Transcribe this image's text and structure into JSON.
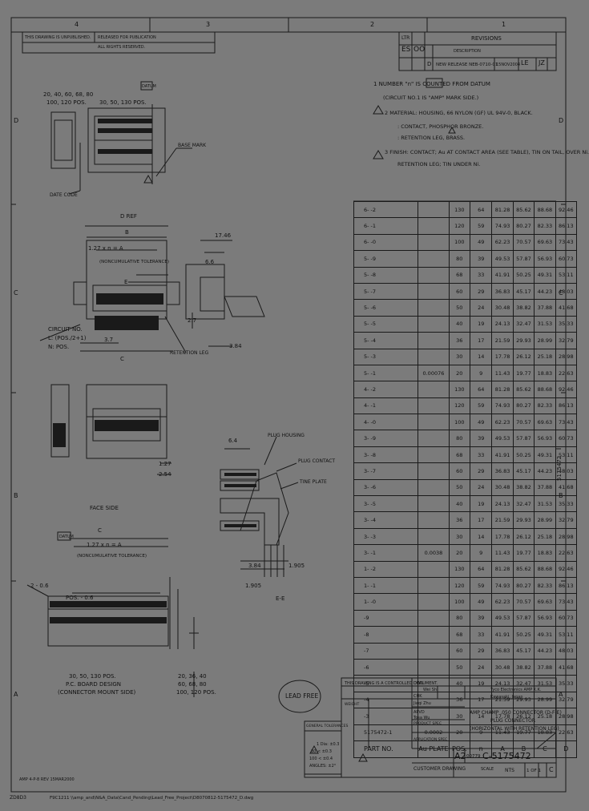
{
  "border_zones": {
    "top": [
      "4",
      "3",
      "2",
      "1"
    ],
    "left": [
      "D",
      "C",
      "B",
      "A"
    ]
  },
  "revisions": {
    "title": "REVISIONS",
    "ltr_col": "LTR",
    "desc_col": "DESCRIPTION",
    "es": "ES",
    "oo": "OO",
    "row_ltr": "D",
    "row_desc": "NEW RELEASE NEB-0710-01",
    "row_date": "15NOV2004",
    "row_dwn": "LE",
    "row_apvd": "JZ"
  },
  "top_left_block": [
    "THIS DRAWING IS UNPUBLISHED.",
    "RELEASED FOR PUBLICATION",
    "ALL RIGHTS RESERVED."
  ],
  "notes": [
    "1  NUMBER \"n\" IS COUNTED FROM DATUM",
    "(CIRCUIT NO.1 IS \"AMP\" MARK SIDE.)",
    "2  MATERIAL: HOUSING, 66 NYLON (GF) UL 94V-0, BLACK.",
    ": CONTACT, PHOSPHOR BRONZE.",
    ": RETENTION LEG, BRASS.",
    "3  FINISH: CONTACT; Au AT CONTACT AREA (SEE TABLE), TIN ON TAIL, OVER Ni.",
    "RETENTION LEG; TIN UNDER Ni."
  ],
  "labels": {
    "pos_top": [
      "20, 40, 60, 68, 80",
      "100, 120 POS."
    ],
    "pos_top2": "30, 50, 130 POS.",
    "datum": "DATUM",
    "base_mark": "BASE MARK",
    "date_code": "DATE CODE",
    "dim_d": "D REF",
    "dim_b": "B",
    "dim_127a": "1.27 x n = A",
    "noncumulative": "(NONCUMULATIVE TOLERANCE)",
    "e_mark": "E",
    "dim_c": "C",
    "dim_37": "3.7",
    "circuit_no": [
      "CIRCUIT NO.",
      "L: (POS./2+1)",
      "N: POS."
    ],
    "retention_leg": "RETENTION LEG",
    "dim_1746": "17.46",
    "dim_66": "6.6",
    "dim_27": "2.7",
    "dim_384": "3.84",
    "dim_64": "6.4",
    "plug_housing": "PLUG HOUSING",
    "plug_contact": "PLUG CONTACT",
    "tine_plate": "TINE PLATE",
    "dim_127b": "1.27",
    "dim_254": "2.54",
    "dim_384b": "3.84",
    "dim_1905": "1.905",
    "dim_1905b": "1.905",
    "section": "E-E",
    "face_side": "FACE SIDE",
    "pcb_c": "C",
    "pcb_127": "1.27 x n = A",
    "pcb_noncum": "(NONCUMULATIVE TOLERANCE)",
    "pcb_hole": "2 - 0.6",
    "pcb_pos": "POS. - 0.6",
    "pcb_caption": [
      "30, 50, 130 POS.",
      "P.C. BOARD DESIGN",
      "(CONNECTOR MOUNT SIDE)"
    ],
    "pcb_caption2": [
      "20, 36, 40",
      "60, 68, 80",
      "100, 120 POS."
    ],
    "lead_free": "LEAD FREE"
  },
  "table_header": [
    "PART NO.",
    "Au PLATE",
    "POS.",
    "n",
    "A",
    "B",
    "C",
    "D"
  ],
  "table_rows": [
    [
      "6-   -2",
      "",
      "130",
      "64",
      "81.28",
      "85.62",
      "88.68",
      "92.46"
    ],
    [
      "6-   -1",
      "",
      "120",
      "59",
      "74.93",
      "80.27",
      "82.33",
      "86.13"
    ],
    [
      "6-   -0",
      "",
      "100",
      "49",
      "62.23",
      "70.57",
      "69.63",
      "73.43"
    ],
    [
      "5-   -9",
      "",
      "80",
      "39",
      "49.53",
      "57.87",
      "56.93",
      "60.73"
    ],
    [
      "5-   -8",
      "",
      "68",
      "33",
      "41.91",
      "50.25",
      "49.31",
      "53.11"
    ],
    [
      "5-   -7",
      "",
      "60",
      "29",
      "36.83",
      "45.17",
      "44.23",
      "48.03"
    ],
    [
      "5-   -6",
      "",
      "50",
      "24",
      "30.48",
      "38.82",
      "37.88",
      "41.68"
    ],
    [
      "5-   -5",
      "",
      "40",
      "19",
      "24.13",
      "32.47",
      "31.53",
      "35.33"
    ],
    [
      "5-   -4",
      "",
      "36",
      "17",
      "21.59",
      "29.93",
      "28.99",
      "32.79"
    ],
    [
      "5-   -3",
      "",
      "30",
      "14",
      "17.78",
      "26.12",
      "25.18",
      "28.98"
    ],
    [
      "5-   -1",
      "0.00076",
      "20",
      "9",
      "11.43",
      "19.77",
      "18.83",
      "22.63"
    ],
    [
      "4-   -2",
      "",
      "130",
      "64",
      "81.28",
      "85.62",
      "88.68",
      "92.46"
    ],
    [
      "4-   -1",
      "",
      "120",
      "59",
      "74.93",
      "80.27",
      "82.33",
      "86.13"
    ],
    [
      "4-   -0",
      "",
      "100",
      "49",
      "62.23",
      "70.57",
      "69.63",
      "73.43"
    ],
    [
      "3-   -9",
      "",
      "80",
      "39",
      "49.53",
      "57.87",
      "56.93",
      "60.73"
    ],
    [
      "3-   -8",
      "",
      "68",
      "33",
      "41.91",
      "50.25",
      "49.31",
      "53.11"
    ],
    [
      "3-   -7",
      "",
      "60",
      "29",
      "36.83",
      "45.17",
      "44.23",
      "48.03"
    ],
    [
      "3-   -6",
      "",
      "50",
      "24",
      "30.48",
      "38.82",
      "37.88",
      "41.68"
    ],
    [
      "3-   -5",
      "",
      "40",
      "19",
      "24.13",
      "32.47",
      "31.53",
      "35.33"
    ],
    [
      "3-   -4",
      "",
      "36",
      "17",
      "21.59",
      "29.93",
      "28.99",
      "32.79"
    ],
    [
      "3-   -3",
      "",
      "30",
      "14",
      "17.78",
      "26.12",
      "25.18",
      "28.98"
    ],
    [
      "3-   -1",
      "0.0038",
      "20",
      "9",
      "11.43",
      "19.77",
      "18.83",
      "22.63"
    ],
    [
      "1-   -2",
      "",
      "130",
      "64",
      "81.28",
      "85.62",
      "88.68",
      "92.46"
    ],
    [
      "1-   -1",
      "",
      "120",
      "59",
      "74.93",
      "80.27",
      "82.33",
      "86.13"
    ],
    [
      "1-   -0",
      "",
      "100",
      "49",
      "62.23",
      "70.57",
      "69.63",
      "73.43"
    ],
    [
      "   -9",
      "",
      "80",
      "39",
      "49.53",
      "57.87",
      "56.93",
      "60.73"
    ],
    [
      "   -8",
      "",
      "68",
      "33",
      "41.91",
      "50.25",
      "49.31",
      "53.11"
    ],
    [
      "   -7",
      "",
      "60",
      "29",
      "36.83",
      "45.17",
      "44.23",
      "48.03"
    ],
    [
      "   -6",
      "",
      "50",
      "24",
      "30.48",
      "38.82",
      "37.88",
      "41.68"
    ],
    [
      "   -5",
      "",
      "40",
      "19",
      "24.13",
      "32.47",
      "31.53",
      "35.33"
    ],
    [
      "   -4",
      "",
      "36",
      "17",
      "21.59",
      "29.93",
      "28.99",
      "32.79"
    ],
    [
      "   -3",
      "",
      "30",
      "14",
      "17.78",
      "26.12",
      "25.18",
      "28.98"
    ],
    [
      "5175472-1",
      "0.0002",
      "20",
      "9",
      "11.43",
      "19.77",
      "18.83",
      "22.63"
    ]
  ],
  "side_part_no": "5175472",
  "title_block": {
    "controlled": "THIS DRAWING IS A CONTROLLED DOCUMENT.",
    "dwn": "DWN",
    "dwn_name": "Wei Shi",
    "chk": "CHK",
    "chk_name": "Jiaqi Zhu",
    "appr": "APVD",
    "appr_name": "Tosa Wu",
    "company": "Tyco Electronics AMP K.K.",
    "company2": "Kawasaki, Japan",
    "title1": "AMP CHAMP .050 CONNECTOR (D-F-E)",
    "title2": "PLUG CONNECTOR",
    "title3": "(HORIZONTAL WITH RETENTION LEG)",
    "size": "A2",
    "cage": "00779",
    "dwg_no": "C-5175472",
    "scale_label": "SCALE",
    "scale": "NTS",
    "sheet": "1 OF 1",
    "rev": "C",
    "customer": "CUSTOMER DRAWING",
    "tolerances": [
      "GENERAL TOLERANCES",
      "1 Dia: ±0.3",
      "30 < ±0.3",
      "100 < ±0.4",
      "ANGLES: ±2°"
    ],
    "weight": "WEIGHT",
    "product_spec": "PRODUCT SPEC",
    "application_spec": "APPLICATION SPEC"
  },
  "footer": {
    "left": "AMP 4-P-8 REV 15MAR2000",
    "bottom_left": "ZD8D3",
    "path": "F9C1211   \\\\amp_and\\N&A_Data\\Cand_Pending\\Lead_Free_Project\\D8070812-5175472_D.dwg"
  }
}
